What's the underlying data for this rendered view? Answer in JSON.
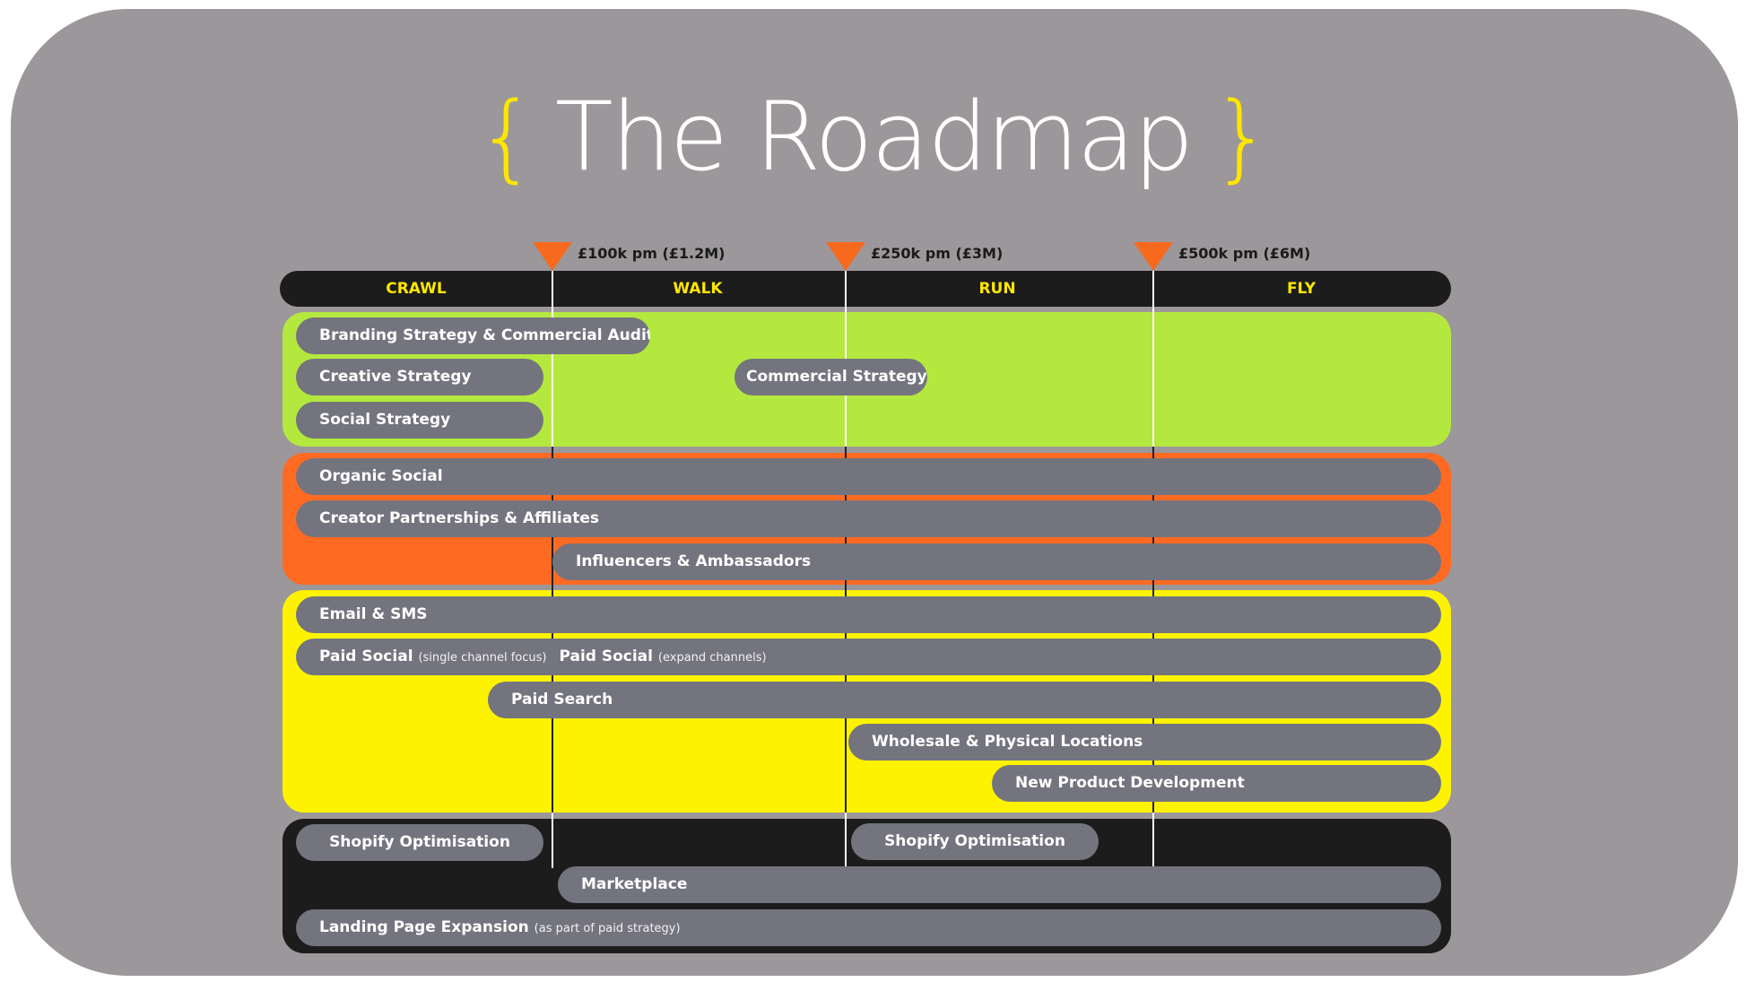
{
  "title": {
    "open_brace": "{",
    "text": "The Roadmap",
    "close_brace": "}"
  },
  "milestones": [
    {
      "label": "£100k pm (£1.2M)"
    },
    {
      "label": "£250k pm (£3M)"
    },
    {
      "label": "£500k pm (£6M)"
    }
  ],
  "stages": [
    "CRAWL",
    "WALK",
    "RUN",
    "FLY"
  ],
  "bands": {
    "strategy": {
      "items": [
        {
          "label": "Branding Strategy & Commercial Audit"
        },
        {
          "label": "Creative Strategy"
        },
        {
          "label": "Social Strategy"
        },
        {
          "label": "Commercial Strategy"
        }
      ]
    },
    "social": {
      "items": [
        {
          "label": "Organic Social"
        },
        {
          "label": "Creator Partnerships & Affiliates"
        },
        {
          "label": "Influencers & Ambassadors"
        }
      ]
    },
    "acquisition": {
      "items": [
        {
          "label": "Email & SMS"
        },
        {
          "label": "Paid Social",
          "note": "(single channel focus)",
          "label2": "Paid Social",
          "note2": "(expand channels)"
        },
        {
          "label": "Paid Search"
        },
        {
          "label": "Wholesale & Physical Locations"
        },
        {
          "label": "New Product Development"
        }
      ]
    },
    "ecommerce": {
      "items": [
        {
          "label": "Shopify Optimisation"
        },
        {
          "label": "Shopify Optimisation"
        },
        {
          "label": "Marketplace"
        },
        {
          "label": "Landing Page Expansion",
          "note": "(as part of paid strategy)"
        }
      ]
    }
  },
  "colors": {
    "background": "#9c979a",
    "accent_yellow": "#fde700",
    "milestone_orange": "#f76a1e",
    "strategy_green": "#b4e83e",
    "social_orange": "#ff6a22",
    "acquisition_yellow": "#fdf300",
    "ecommerce_black": "#1c1c1c",
    "pill_grey": "#74747f"
  }
}
